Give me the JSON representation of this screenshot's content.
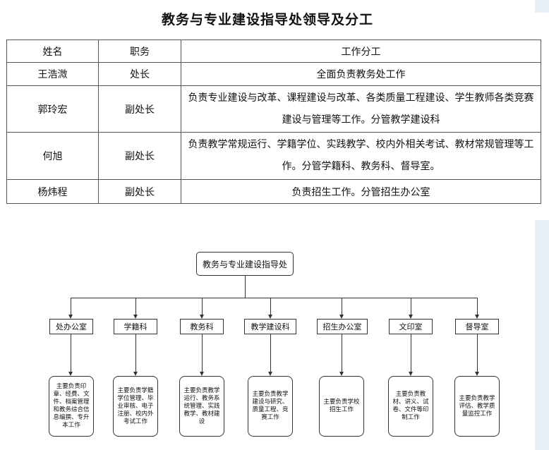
{
  "title": "教务与专业建设指导处领导及分工",
  "table": {
    "headers": [
      "姓名",
      "职务",
      "工作分工"
    ],
    "rows": [
      {
        "name": "王浩溦",
        "position": "处长",
        "duty": "全面负责教务处工作"
      },
      {
        "name": "郭玲宏",
        "position": "副处长",
        "duty": "负责专业建设与改革、课程建设与改革、各类质量工程建设、学生教师各类竞赛建设与管理等工作。分管教学建设科"
      },
      {
        "name": "何旭",
        "position": "副处长",
        "duty": "负责教学常规运行、学籍学位、实践教学、校内外相关考试、教材常规管理等工作。分管学籍科、教务科、督导室。"
      },
      {
        "name": "杨炜程",
        "position": "副处长",
        "duty": "负责招生工作。分管招生办公室"
      }
    ]
  },
  "org_chart": {
    "root": "教务与专业建设指导处",
    "departments": [
      {
        "name": "处办公室",
        "desc": "主要负责印章、经费、文件、档案管理和教务综合信息编撰、专升本工作"
      },
      {
        "name": "学籍科",
        "desc": "主要负责学籍学位管理、毕业审核、电子注册、校内外考试工作"
      },
      {
        "name": "教务科",
        "desc": "主要负责教学运行、教务系统管理、实践教学、教材建设"
      },
      {
        "name": "教学建设科",
        "desc": "主要负责教学建设与研究、质量工程、竞赛工作"
      },
      {
        "name": "招生办公室",
        "desc": "主要负责学校招生工作"
      },
      {
        "name": "文印室",
        "desc": "主要负责教材、讲义、试卷、文件等印制工作"
      },
      {
        "name": "督导室",
        "desc": "主要负责教学评估、教学质量监控工作"
      }
    ]
  }
}
